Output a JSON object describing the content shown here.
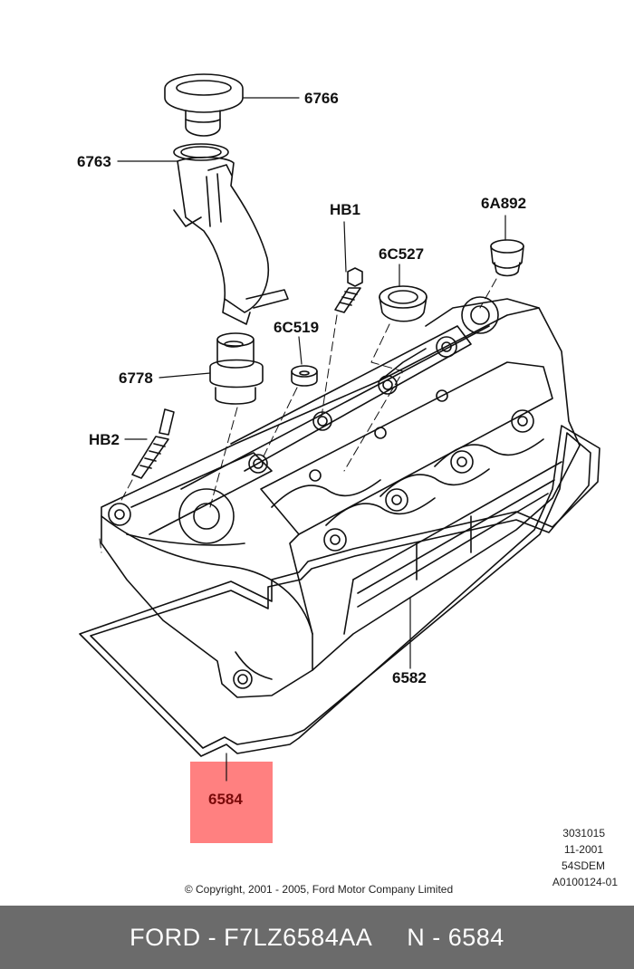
{
  "diagram": {
    "callouts": {
      "c6766": "6766",
      "c6763": "6763",
      "hb1": "HB1",
      "c6a892": "6A892",
      "c6c527": "6C527",
      "c6c519": "6C519",
      "c6778": "6778",
      "hb2": "HB2",
      "c6582": "6582",
      "c6584": "6584"
    },
    "highlight_color": "#ff8080",
    "meta_lines": [
      "3031015",
      "11-2001",
      "54SDEM",
      "A0100124-01"
    ],
    "copyright": "© Copyright, 2001 - 2005, Ford Motor Company Limited"
  },
  "footer": {
    "brand_part": "FORD - F7LZ6584AA",
    "ref": "N - 6584"
  }
}
